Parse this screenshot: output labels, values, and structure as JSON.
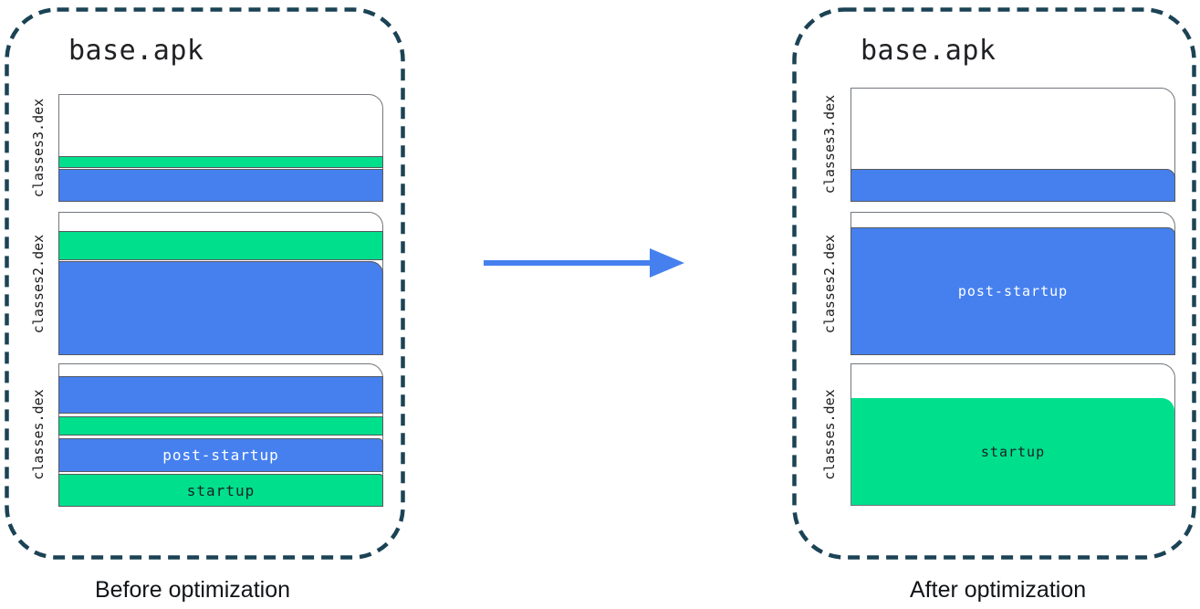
{
  "colors": {
    "blue": "#4680ef",
    "green": "#00df8c",
    "panel_dashed_border": "#1b4355",
    "page_border": "#72777c",
    "arrow": "#4680ef"
  },
  "arrow": {
    "name": "before-to-after arrow"
  },
  "before": {
    "title": "base.apk",
    "caption": "Before optimization",
    "files": [
      {
        "name": "classes3.dex",
        "segments": [
          {
            "color": "green"
          },
          {
            "color": "blue"
          }
        ]
      },
      {
        "name": "classes2.dex",
        "segments": [
          {
            "color": "green"
          },
          {
            "color": "blue"
          }
        ]
      },
      {
        "name": "classes.dex",
        "segments": [
          {
            "color": "blue"
          },
          {
            "color": "green"
          },
          {
            "color": "blue",
            "label": "post-startup"
          },
          {
            "color": "green",
            "label": "startup"
          }
        ]
      }
    ]
  },
  "after": {
    "title": "base.apk",
    "caption": "After optimization",
    "files": [
      {
        "name": "classes3.dex",
        "segments": [
          {
            "color": "blue"
          }
        ]
      },
      {
        "name": "classes2.dex",
        "segments": [
          {
            "color": "blue",
            "label": "post-startup"
          }
        ]
      },
      {
        "name": "classes.dex",
        "segments": [
          {
            "color": "green",
            "label": "startup"
          }
        ]
      }
    ]
  }
}
